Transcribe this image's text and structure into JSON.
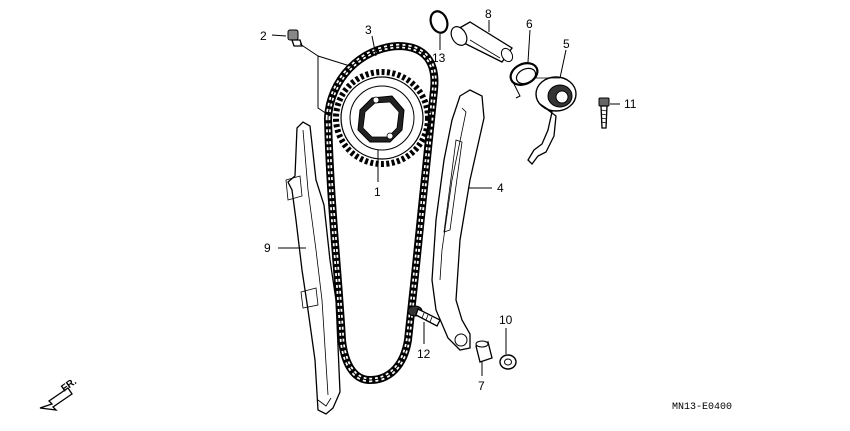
{
  "diagram": {
    "part_code": "MN13-E0400",
    "direction_label": "FR.",
    "callouts": {
      "p1": "1",
      "p2": "2",
      "p3": "3",
      "p4": "4",
      "p5": "5",
      "p6": "6",
      "p7": "7",
      "p8": "8",
      "p9": "9",
      "p10": "10",
      "p11": "11",
      "p12": "12",
      "p13": "13"
    }
  }
}
